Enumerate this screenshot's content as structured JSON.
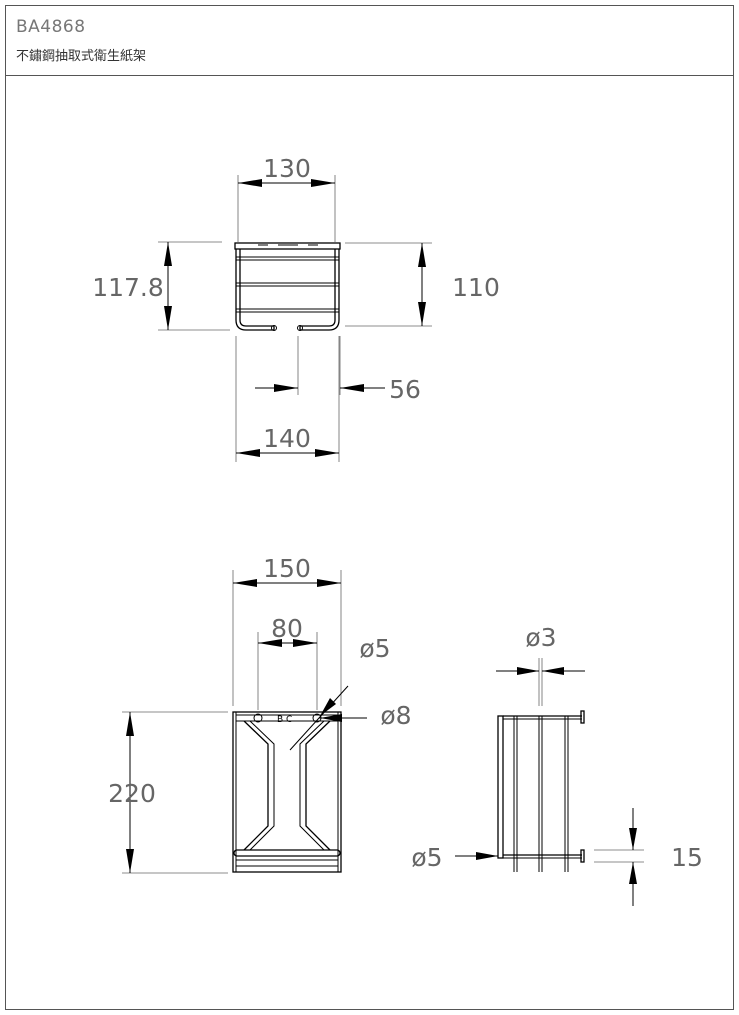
{
  "header": {
    "model": "BA4868",
    "product_name": "不鏽鋼抽取式衛生紙架"
  },
  "top_view": {
    "dims": {
      "width_top": "130",
      "height_left": "117.8",
      "height_right": "110",
      "slot": "56",
      "width_bottom": "140"
    }
  },
  "front_view": {
    "dims": {
      "width": "150",
      "inner": "80",
      "rod_dia": "ø5",
      "hole_dia": "ø8",
      "height": "220"
    }
  },
  "side_view": {
    "dims": {
      "wire_dia": "ø3",
      "rod_dia": "ø5",
      "offset": "15"
    }
  }
}
